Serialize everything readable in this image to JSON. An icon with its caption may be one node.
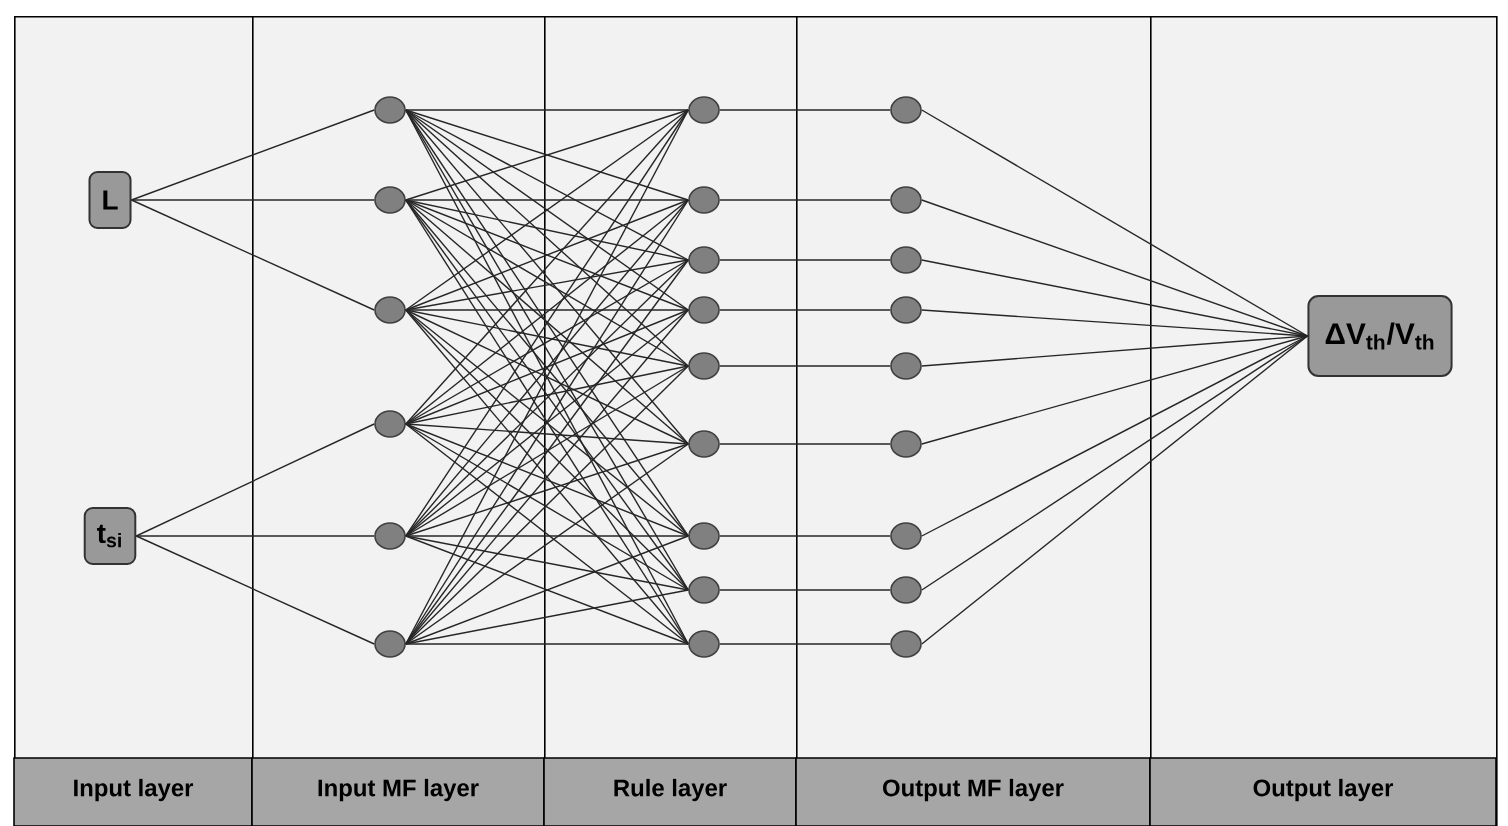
{
  "diagram": {
    "nodes": [
      {
        "text": [
          "Input layer"
        ]
      },
      {
        "text": [
          "Input MF layer"
        ]
      },
      {
        "text": [
          "Rule  layer"
        ]
      },
      {
        "text": [
          "Output MF layer"
        ]
      },
      {
        "text": [
          "Output layer"
        ]
      },
      {
        "text": [
          "L"
        ],
        "in": 0
      },
      {
        "text": [
          "t$_{si}$"
        ],
        "in": 0
      },
      {
        "text": [],
        "shape": "circle",
        "in": 1
      },
      {
        "text": [],
        "shape": "circle",
        "in": 1
      },
      {
        "text": [],
        "shape": "circle",
        "in": 1
      },
      {
        "text": [],
        "shape": "circle",
        "in": 1
      },
      {
        "text": [],
        "shape": "circle",
        "in": 1
      },
      {
        "text": [],
        "shape": "circle",
        "in": 1
      },
      {
        "text": [],
        "shape": "circle",
        "in": 2
      },
      {
        "text": [],
        "shape": "circle",
        "in": 2
      },
      {
        "text": [],
        "shape": "circle",
        "in": 2
      },
      {
        "text": [],
        "shape": "circle",
        "in": 2
      },
      {
        "text": [],
        "shape": "circle",
        "in": 2
      },
      {
        "text": [],
        "shape": "circle",
        "in": 2
      },
      {
        "text": [],
        "shape": "circle",
        "in": 2
      },
      {
        "text": [],
        "shape": "circle",
        "in": 2
      },
      {
        "text": [],
        "shape": "circle",
        "in": 2
      },
      {
        "text": [],
        "shape": "circle",
        "in": 3
      },
      {
        "text": [],
        "shape": "circle",
        "in": 3
      },
      {
        "text": [],
        "shape": "circle",
        "in": 3
      },
      {
        "text": [],
        "shape": "circle",
        "in": 3
      },
      {
        "text": [],
        "shape": "circle",
        "in": 3
      },
      {
        "text": [],
        "shape": "circle",
        "in": 3
      },
      {
        "text": [],
        "shape": "circle",
        "in": 3
      },
      {
        "text": [],
        "shape": "circle",
        "in": 3
      },
      {
        "text": [],
        "shape": "circle",
        "in": 3
      },
      {
        "text": [
          "ΔV$_{th}$/V$_{th}$"
        ],
        "in": 4
      }
    ],
    "edges": [
      {
        "from": 5,
        "to": 7,
        "arrow": "none"
      },
      {
        "from": 5,
        "to": 8,
        "arrow": "none"
      },
      {
        "from": 5,
        "to": 9,
        "arrow": "none"
      },
      {
        "from": 6,
        "to": 10,
        "arrow": "none"
      },
      {
        "from": 6,
        "to": 11,
        "arrow": "none"
      },
      {
        "from": 6,
        "to": 12,
        "arrow": "none"
      },
      {
        "from": 7,
        "to": 13,
        "arrow": "none"
      },
      {
        "from": 7,
        "to": 14,
        "arrow": "none"
      },
      {
        "from": 7,
        "to": 15,
        "arrow": "none"
      },
      {
        "from": 7,
        "to": 16,
        "arrow": "none"
      },
      {
        "from": 7,
        "to": 17,
        "arrow": "none"
      },
      {
        "from": 7,
        "to": 18,
        "arrow": "none"
      },
      {
        "from": 7,
        "to": 19,
        "arrow": "none"
      },
      {
        "from": 7,
        "to": 20,
        "arrow": "none"
      },
      {
        "from": 7,
        "to": 21,
        "arrow": "none"
      },
      {
        "from": 8,
        "to": 13,
        "arrow": "none"
      },
      {
        "from": 8,
        "to": 14,
        "arrow": "none"
      },
      {
        "from": 8,
        "to": 15,
        "arrow": "none"
      },
      {
        "from": 8,
        "to": 16,
        "arrow": "none"
      },
      {
        "from": 8,
        "to": 17,
        "arrow": "none"
      },
      {
        "from": 8,
        "to": 18,
        "arrow": "none"
      },
      {
        "from": 8,
        "to": 19,
        "arrow": "none"
      },
      {
        "from": 8,
        "to": 20,
        "arrow": "none"
      },
      {
        "from": 8,
        "to": 21,
        "arrow": "none"
      },
      {
        "from": 9,
        "to": 13,
        "arrow": "none"
      },
      {
        "from": 9,
        "to": 14,
        "arrow": "none"
      },
      {
        "from": 9,
        "to": 15,
        "arrow": "none"
      },
      {
        "from": 9,
        "to": 16,
        "arrow": "none"
      },
      {
        "from": 9,
        "to": 17,
        "arrow": "none"
      },
      {
        "from": 9,
        "to": 18,
        "arrow": "none"
      },
      {
        "from": 9,
        "to": 19,
        "arrow": "none"
      },
      {
        "from": 9,
        "to": 20,
        "arrow": "none"
      },
      {
        "from": 9,
        "to": 21,
        "arrow": "none"
      },
      {
        "from": 10,
        "to": 13,
        "arrow": "none"
      },
      {
        "from": 10,
        "to": 14,
        "arrow": "none"
      },
      {
        "from": 10,
        "to": 15,
        "arrow": "none"
      },
      {
        "from": 10,
        "to": 16,
        "arrow": "none"
      },
      {
        "from": 10,
        "to": 17,
        "arrow": "none"
      },
      {
        "from": 10,
        "to": 18,
        "arrow": "none"
      },
      {
        "from": 10,
        "to": 19,
        "arrow": "none"
      },
      {
        "from": 10,
        "to": 20,
        "arrow": "none"
      },
      {
        "from": 10,
        "to": 21,
        "arrow": "none"
      },
      {
        "from": 11,
        "to": 13,
        "arrow": "none"
      },
      {
        "from": 11,
        "to": 14,
        "arrow": "none"
      },
      {
        "from": 11,
        "to": 15,
        "arrow": "none"
      },
      {
        "from": 11,
        "to": 16,
        "arrow": "none"
      },
      {
        "from": 11,
        "to": 17,
        "arrow": "none"
      },
      {
        "from": 11,
        "to": 18,
        "arrow": "none"
      },
      {
        "from": 11,
        "to": 19,
        "arrow": "none"
      },
      {
        "from": 11,
        "to": 20,
        "arrow": "none"
      },
      {
        "from": 11,
        "to": 21,
        "arrow": "none"
      },
      {
        "from": 12,
        "to": 13,
        "arrow": "none"
      },
      {
        "from": 12,
        "to": 14,
        "arrow": "none"
      },
      {
        "from": 12,
        "to": 15,
        "arrow": "none"
      },
      {
        "from": 12,
        "to": 16,
        "arrow": "none"
      },
      {
        "from": 12,
        "to": 17,
        "arrow": "none"
      },
      {
        "from": 12,
        "to": 18,
        "arrow": "none"
      },
      {
        "from": 12,
        "to": 19,
        "arrow": "none"
      },
      {
        "from": 12,
        "to": 20,
        "arrow": "none"
      },
      {
        "from": 12,
        "to": 21,
        "arrow": "none"
      },
      {
        "from": 13,
        "to": 22,
        "arrow": "none"
      },
      {
        "from": 14,
        "to": 23,
        "arrow": "none"
      },
      {
        "from": 15,
        "to": 24,
        "arrow": "none"
      },
      {
        "from": 16,
        "to": 25,
        "arrow": "none"
      },
      {
        "from": 17,
        "to": 26,
        "arrow": "none"
      },
      {
        "from": 18,
        "to": 27,
        "arrow": "none"
      },
      {
        "from": 19,
        "to": 28,
        "arrow": "none"
      },
      {
        "from": 20,
        "to": 29,
        "arrow": "none"
      },
      {
        "from": 21,
        "to": 30,
        "arrow": "none"
      },
      {
        "from": 22,
        "to": 31,
        "arrow": "none"
      },
      {
        "from": 23,
        "to": 31,
        "arrow": "none"
      },
      {
        "from": 24,
        "to": 31,
        "arrow": "none"
      },
      {
        "from": 25,
        "to": 31,
        "arrow": "none"
      },
      {
        "from": 26,
        "to": 31,
        "arrow": "none"
      },
      {
        "from": 27,
        "to": 31,
        "arrow": "none"
      },
      {
        "from": 28,
        "to": 31,
        "arrow": "none"
      },
      {
        "from": 29,
        "to": 31,
        "arrow": "none"
      },
      {
        "from": 30,
        "to": 31,
        "arrow": "none"
      }
    ]
  }
}
